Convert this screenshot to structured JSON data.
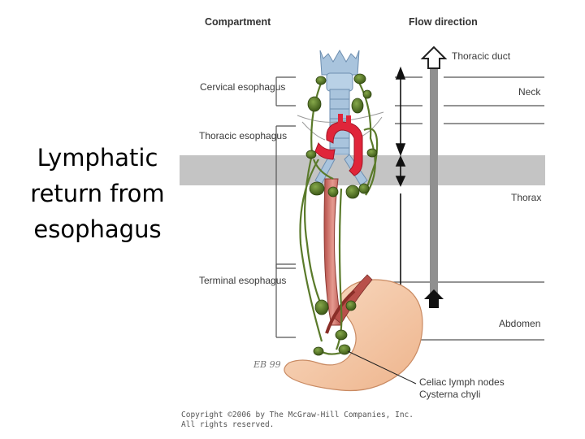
{
  "title": "Lymphatic\nreturn from\nesophagus",
  "headers": {
    "compartment": "Compartment",
    "flow": "Flow direction"
  },
  "compartments": {
    "cervical": "Cervical esophagus",
    "thoracic": "Thoracic esophagus",
    "terminal": "Terminal esophagus"
  },
  "regions": {
    "neck": "Neck",
    "thorax": "Thorax",
    "abdomen": "Abdomen"
  },
  "structures": {
    "thoracic_duct": "Thoracic duct",
    "celiac_nodes": "Celiac lymph nodes",
    "cisterna": "Cysterna chyli"
  },
  "artist_signature": "EB 99",
  "copyright": {
    "line1": "Copyright ©2006 by The McGraw-Hill Companies, Inc.",
    "line2": "All rights reserved."
  },
  "colors": {
    "band": "#c4c4c4",
    "lymph_vessel": "#5a7a2a",
    "lymph_node": "#4e6a22",
    "artery": "#e0253a",
    "trachea": "#a9c4dd",
    "esophagus": "#c96a62",
    "stomach": "#f4c9a8",
    "duct": "#909090"
  }
}
